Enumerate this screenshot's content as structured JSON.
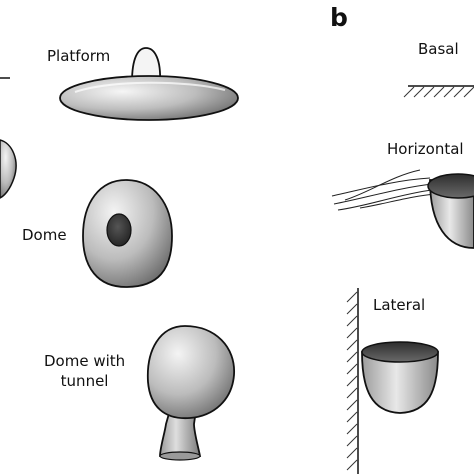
{
  "figure": {
    "panel_b_letter": "b",
    "labels": {
      "platform": "Platform",
      "dome": "Dome",
      "dome_with_tunnel_line1": "Dome with",
      "dome_with_tunnel_line2": "tunnel",
      "basal": "Basal",
      "horizontal": "Horizontal",
      "lateral": "Lateral"
    }
  },
  "colors": {
    "ink": "#111111",
    "shape_light": "#f2f2f2",
    "shape_mid": "#b8b8b8",
    "shape_dark": "#6a6a6a",
    "cavity": "#3a3a3a"
  }
}
